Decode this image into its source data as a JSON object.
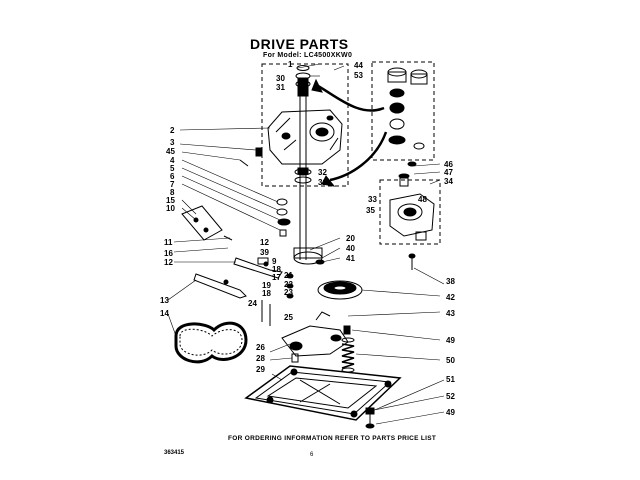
{
  "header": {
    "title": "DRIVE PARTS",
    "subtitle": "For Model: LC4500XKW0"
  },
  "footer": {
    "ordering_note": "FOR ORDERING INFORMATION REFER TO PARTS PRICE LIST",
    "code": "363415",
    "page": "6"
  },
  "labels": {
    "l1": "1",
    "l2": "2",
    "l3": "3",
    "l4": "4",
    "l5": "5",
    "l6": "6",
    "l7": "7",
    "l8": "8",
    "l9": "9",
    "l10": "10",
    "l11": "11",
    "l12": "12",
    "l13": "13",
    "l14": "14",
    "l15": "15",
    "l16": "16",
    "l17": "17",
    "l18": "18",
    "l19": "19",
    "l20": "20",
    "l21": "21",
    "l22": "22",
    "l23": "23",
    "l24": "24",
    "l25": "25",
    "l26": "26",
    "l28": "28",
    "l29": "29",
    "l30": "30",
    "l31": "31",
    "l32": "32",
    "l33": "33",
    "l34": "34",
    "l35": "35",
    "l38": "38",
    "l39": "39",
    "l40": "40",
    "l41": "41",
    "l42": "42",
    "l43": "43",
    "l44": "44",
    "l45": "45",
    "l46": "46",
    "l47": "47",
    "l48": "48",
    "l49": "49",
    "l50": "50",
    "l51": "51",
    "l52": "52",
    "l53": "53"
  }
}
